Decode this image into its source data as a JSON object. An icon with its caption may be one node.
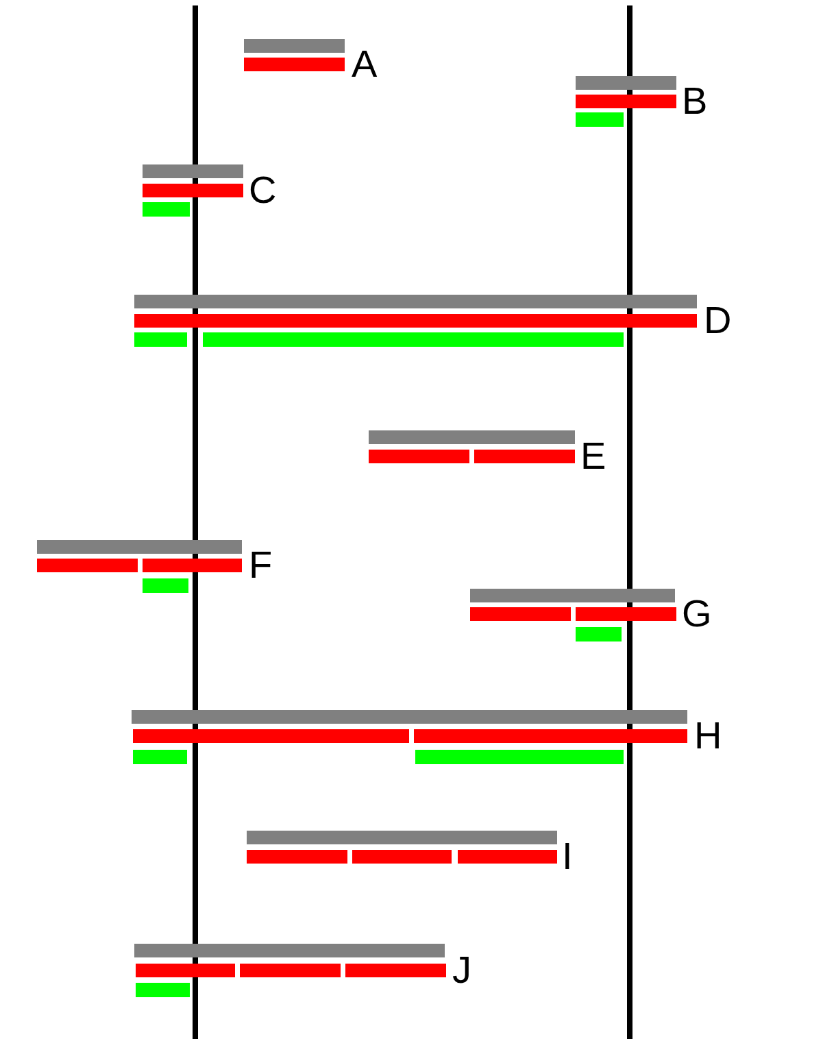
{
  "diagram": {
    "labels": [
      "A",
      "B",
      "C",
      "D",
      "E",
      "F",
      "G",
      "H",
      "I",
      "J"
    ]
  }
}
